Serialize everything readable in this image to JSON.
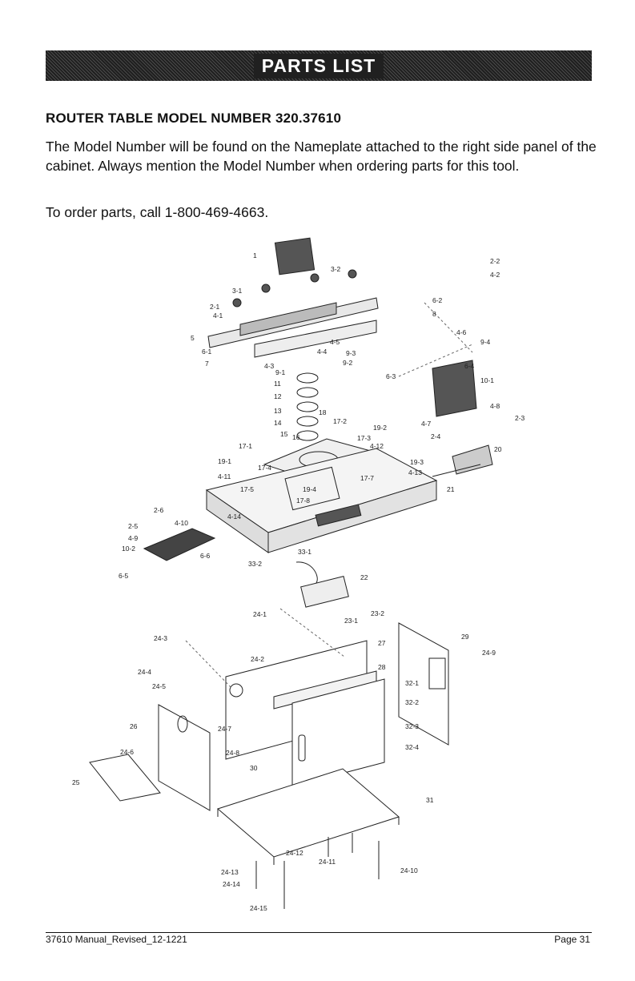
{
  "banner": {
    "title": "PARTS LIST"
  },
  "section": {
    "heading": "ROUTER TABLE MODEL NUMBER 320.37610"
  },
  "body": {
    "paragraph1": "The Model Number will be found on the Nameplate attached to the right side panel of the cabinet. Always mention the Model Number when ordering parts for this tool.",
    "paragraph2": "To order parts, call 1-800-469-4663."
  },
  "diagram": {
    "callouts": [
      "1",
      "2-2",
      "3-2",
      "4-2",
      "3-1",
      "2-1",
      "4-1",
      "6-2",
      "8",
      "5",
      "6-1",
      "4-6",
      "4-5",
      "9-4",
      "4-4",
      "9-3",
      "9-2",
      "7",
      "4-3",
      "9-1",
      "6-3",
      "6-4",
      "10-1",
      "11",
      "12",
      "13",
      "18",
      "14",
      "17-2",
      "4-8",
      "2-3",
      "19-2",
      "4-7",
      "16",
      "15",
      "17-3",
      "4-12",
      "2-4",
      "17-1",
      "20",
      "19-1",
      "17-4",
      "19-3",
      "4-13",
      "4-11",
      "17-7",
      "19-4",
      "17-5",
      "17-8",
      "21",
      "2-6",
      "4-14",
      "4-10",
      "2-5",
      "4-9",
      "10-2",
      "6-6",
      "33-1",
      "6-5",
      "33-2",
      "22",
      "24-1",
      "23-2",
      "23-1",
      "24-3",
      "27",
      "29",
      "24-2",
      "24-9",
      "28",
      "24-4",
      "32-1",
      "24-5",
      "32-2",
      "26",
      "24-7",
      "32-3",
      "24-6",
      "24-8",
      "32-4",
      "30",
      "25",
      "31",
      "24-12",
      "24-11",
      "24-13",
      "24-10",
      "24-14",
      "24-15"
    ]
  },
  "footer": {
    "left": "37610 Manual_Revised_12-1221",
    "right": "Page 31"
  }
}
